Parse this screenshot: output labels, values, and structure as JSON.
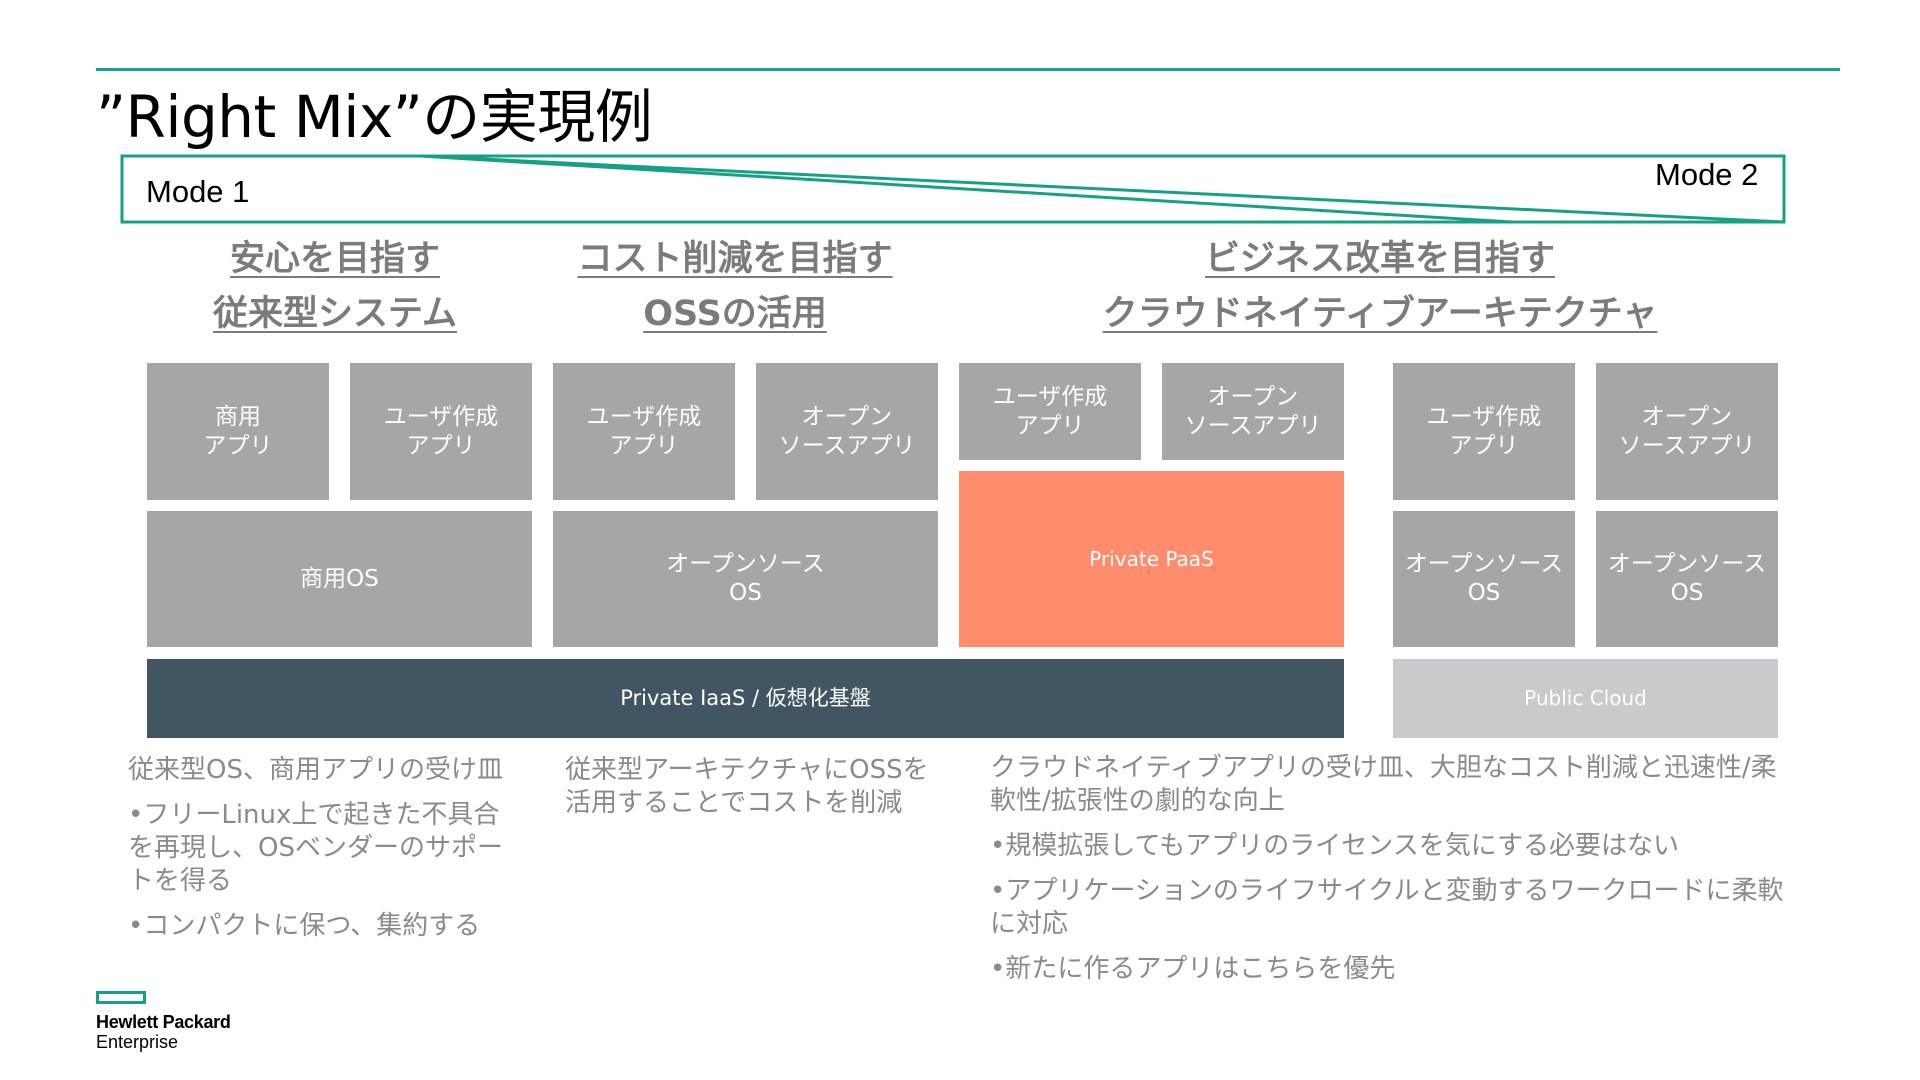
{
  "title": "”Right Mix”の実現例",
  "mode": {
    "left": "Mode 1",
    "right": "Mode 2"
  },
  "colors": {
    "accent": "#16a085",
    "box_gray": "#a6a6a6",
    "paas": "#ff8d6d",
    "iaas": "#425563",
    "cloud": "#c8cacb",
    "heading_text": "#7b7b7b",
    "desc_text": "#8a8a8a"
  },
  "headings": [
    {
      "line1": "安心を目指す",
      "line2": "従来型システム"
    },
    {
      "line1": "コスト削減を目指す",
      "line2": "OSSの活用"
    },
    {
      "line1": "ビジネス改革を目指す",
      "line2": "クラウドネイティブアーキテクチャ"
    }
  ],
  "boxes": {
    "b1": "商用\nアプリ",
    "b2": "ユーザ作成\nアプリ",
    "b3": "ユーザ作成\nアプリ",
    "b4": "オープン\nソースアプリ",
    "b5": "ユーザ作成\nアプリ",
    "b6": "オープン\nソースアプリ",
    "b7": "ユーザ作成\nアプリ",
    "b8": "オープン\nソースアプリ",
    "os1": "商用OS",
    "os2": "オープンソース\nOS",
    "paas": "Private PaaS",
    "os3": "オープンソース\nOS",
    "os4": "オープンソース\nOS",
    "iaas": "Private IaaS / 仮想化基盤",
    "cloud": "Public Cloud"
  },
  "descriptions": {
    "col1": [
      "従来型OS、商用アプリの受け皿",
      "•フリーLinux上で起きた不具合を再現し、OSベンダーのサポートを得る",
      "•コンパクトに保つ、集約する"
    ],
    "col2": [
      "従来型アーキテクチャにOSSを活用することでコストを削減"
    ],
    "col3": [
      "クラウドネイティブアプリの受け皿、大胆なコスト削減と迅速性/柔軟性/拡張性の劇的な向上",
      "•規模拡張してもアプリのライセンスを気にする必要はない",
      "•アプリケーションのライフサイクルと変動するワークロードに柔軟に対応",
      "•新たに作るアプリはこちらを優先"
    ]
  },
  "logo": {
    "line1": "Hewlett Packard",
    "line2": "Enterprise"
  }
}
